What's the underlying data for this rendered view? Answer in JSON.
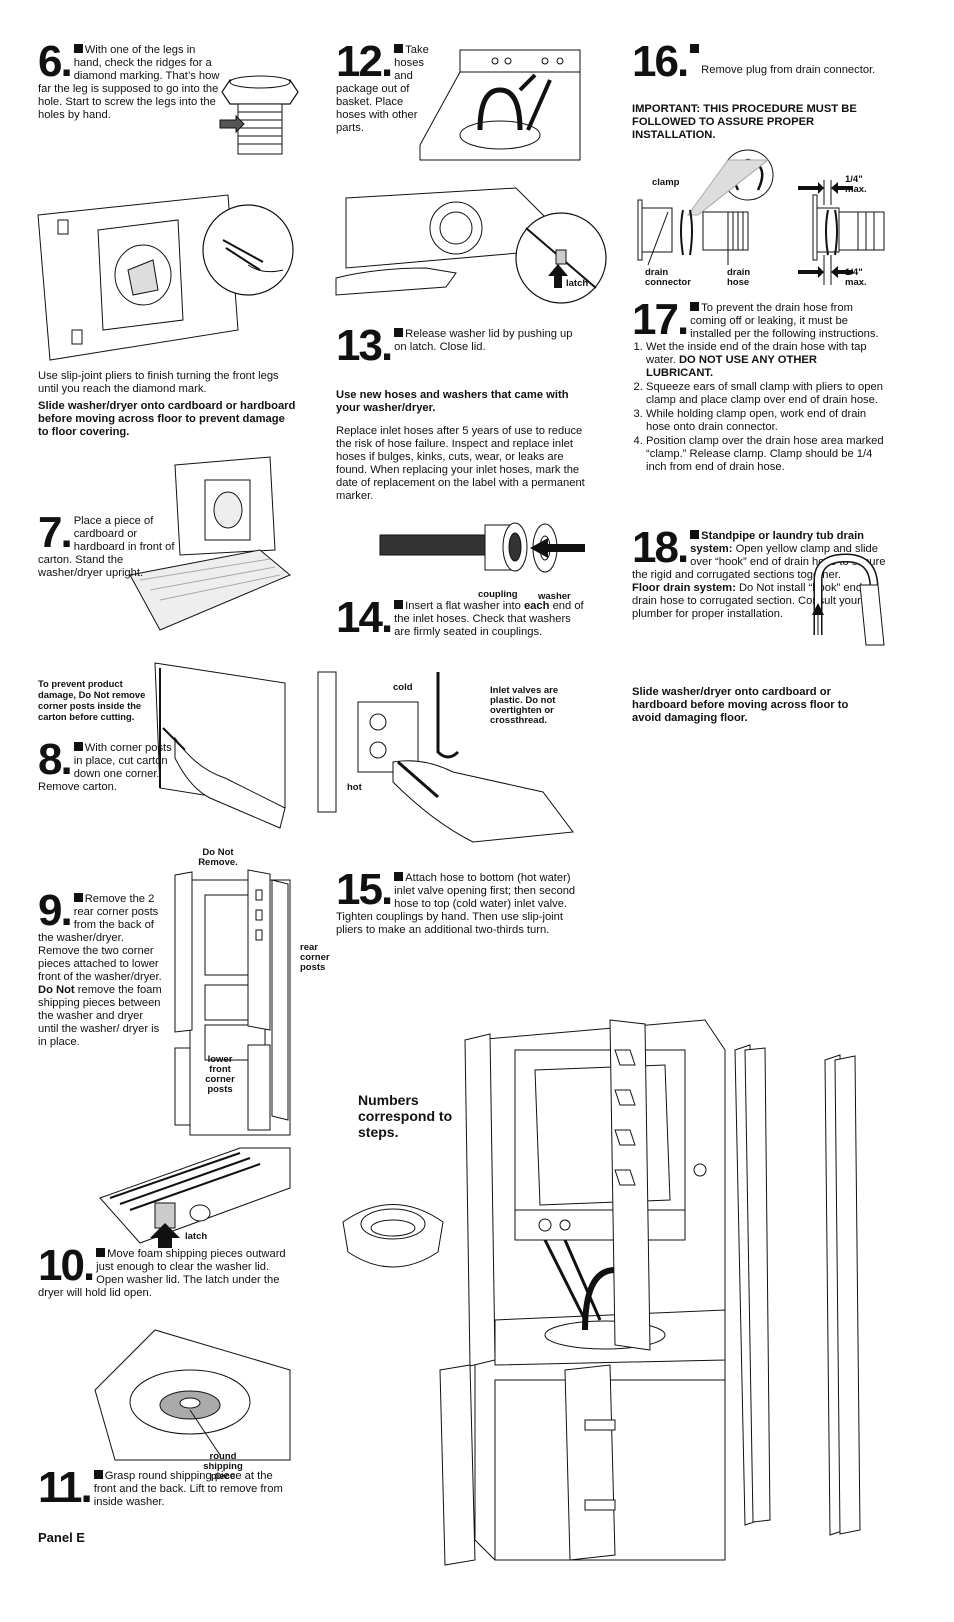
{
  "step6": {
    "number": "6.",
    "text": "With one of the legs in hand, check the ridges for a diamond marking. That’s how far the leg is supposed to go into the hole. Start to screw the legs into the holes by hand.",
    "text2": "Use slip-joint pliers to finish turning the front legs until you reach the diamond mark.",
    "warning": "Slide washer/dryer onto cardboard or hardboard before moving across floor to prevent damage to floor covering."
  },
  "step7": {
    "number": "7.",
    "text": "Place a piece of cardboard or hardboard in front of carton. Stand the washer/dryer upright."
  },
  "step8": {
    "warning": "To prevent product damage, Do Not remove corner posts inside the carton before cutting.",
    "number": "8.",
    "text": "With corner posts in place, cut carton down one corner. Remove carton."
  },
  "step9": {
    "number": "9.",
    "text_a": "Remove the 2 rear corner posts from the back of the washer/dryer. Remove the two corner pieces attached to lower front of the washer/dryer.",
    "text_bold": "Do Not",
    "text_b": "remove the foam shipping pieces between the washer and dryer until the washer/ dryer is in place.",
    "label_do_not_remove": "Do Not Remove.",
    "label_rear_posts": "rear corner posts",
    "label_lower_posts": "lower front corner posts"
  },
  "step10": {
    "number": "10.",
    "text": "Move foam shipping pieces outward just enough to clear the washer lid. Open washer lid. The latch under the dryer will hold lid open.",
    "label_latch": "latch"
  },
  "step11": {
    "number": "11.",
    "text": "Grasp round shipping piece at the front and the back. Lift to remove from inside washer.",
    "label_round": "round shipping piece"
  },
  "panel_label": "Panel E",
  "step12": {
    "number": "12.",
    "text": "Take hoses and package out of basket. Place hoses with other parts.",
    "label_latch": "latch"
  },
  "step13": {
    "number": "13.",
    "text": "Release washer lid by pushing up on latch. Close lid.",
    "bold_note": "Use new hoses and washers that came with your washer/dryer.",
    "para": "Replace inlet hoses after 5 years of use to reduce the risk of hose failure. Inspect and replace inlet hoses if bulges, kinks, cuts, wear, or leaks are found. When replacing your inlet hoses, mark the date of replacement on the label with a permanent marker."
  },
  "step14": {
    "number": "14.",
    "text_a": "Insert a flat washer into",
    "text_bold": "each",
    "text_b": "end of the inlet hoses. Check that washers are firmly seated in couplings.",
    "label_coupling": "coupling",
    "label_washer": "washer",
    "label_cold": "cold",
    "label_hot": "hot",
    "label_valves": "Inlet valves are plastic. Do not overtighten or crossthread."
  },
  "step15": {
    "number": "15.",
    "text": "Attach hose to bottom (hot water) inlet valve opening first; then second hose to top (cold water) inlet valve. Tighten couplings by hand. Then use slip-joint pliers to make an additional two-thirds turn."
  },
  "numbers_note": "Numbers correspond to steps.",
  "step16": {
    "number": "16.",
    "text": "Remove plug from drain connector.",
    "important": "IMPORTANT: THIS PROCEDURE MUST BE FOLLOWED TO ASSURE PROPER INSTALLATION.",
    "label_clamp": "clamp",
    "label_drain_connector": "drain connector",
    "label_drain_hose": "drain hose",
    "label_quarter_1": "1/4\" max.",
    "label_quarter_2": "1/4\" max."
  },
  "step17": {
    "number": "17.",
    "text": "To prevent the drain hose from coming off or leaking, it must be installed per the following instructions.",
    "item1_a": "Wet the inside end of the drain hose with tap water.",
    "item1_bold": "DO NOT USE ANY OTHER LUBRICANT.",
    "item2": "Squeeze ears of small clamp with pliers to open clamp and place clamp over end of drain hose.",
    "item3": "While holding clamp open, work end of drain hose onto drain connector.",
    "item4": "Position clamp over the drain hose area marked “clamp.” Release clamp. Clamp should be 1/4 inch from end of drain hose."
  },
  "step18": {
    "number": "18.",
    "heading": "Standpipe or laundry tub drain system:",
    "text_a": "Open yellow clamp and slide over “hook” end of drain hose to secure the rigid and corrugated sections together.",
    "floor_heading": "Floor drain system:",
    "text_b": "Do Not install “hook” end of drain hose to corrugated section. Consult your plumber for proper installation.",
    "warning": "Slide washer/dryer onto cardboard or hardboard before moving across floor to avoid damaging floor."
  }
}
